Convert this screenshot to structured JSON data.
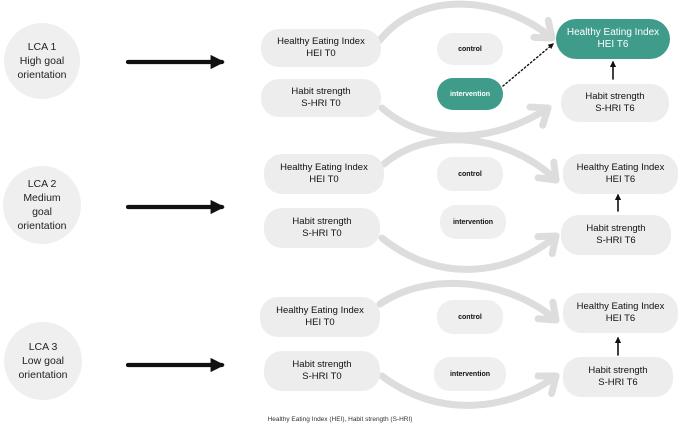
{
  "rows": [
    {
      "lca": [
        "LCA 1",
        "High goal",
        "orientation"
      ],
      "hei_t0": [
        "Healthy Eating Index",
        "HEI T0"
      ],
      "hri_t0": [
        "Habit strength",
        "S-HRI  T0"
      ],
      "control": "control",
      "intervention": "intervention",
      "hei_t6": [
        "Healthy Eating Index",
        "HEI T6"
      ],
      "hri_t6": [
        "Habit strength",
        "S-HRI  T6"
      ]
    },
    {
      "lca": [
        "LCA 2",
        "Medium",
        "goal",
        "orientation"
      ],
      "hei_t0": [
        "Healthy Eating Index",
        "HEI T0"
      ],
      "hri_t0": [
        "Habit strength",
        "S-HRI  T0"
      ],
      "control": "control",
      "intervention": "intervention",
      "hei_t6": [
        "Healthy Eating Index",
        "HEI T6"
      ],
      "hri_t6": [
        "Habit strength",
        "S-HRI  T6"
      ]
    },
    {
      "lca": [
        "LCA 3",
        "Low goal",
        "orientation"
      ],
      "hei_t0": [
        "Healthy Eating Index",
        "HEI T0"
      ],
      "hri_t0": [
        "Habit strength",
        "S-HRI  T0"
      ],
      "control": "control",
      "intervention": "intervention",
      "hei_t6": [
        "Healthy Eating Index",
        "HEI T6"
      ],
      "hri_t6": [
        "Habit strength",
        "S-HRI  T6"
      ]
    }
  ],
  "caption": "Healthy Eating Index (HEI),      Habit strength (S-HRI)",
  "colors": {
    "highlight": "#3f9b8a",
    "node_fill": "#ededed",
    "curve": "#dddddd",
    "arrow": "#111111"
  }
}
